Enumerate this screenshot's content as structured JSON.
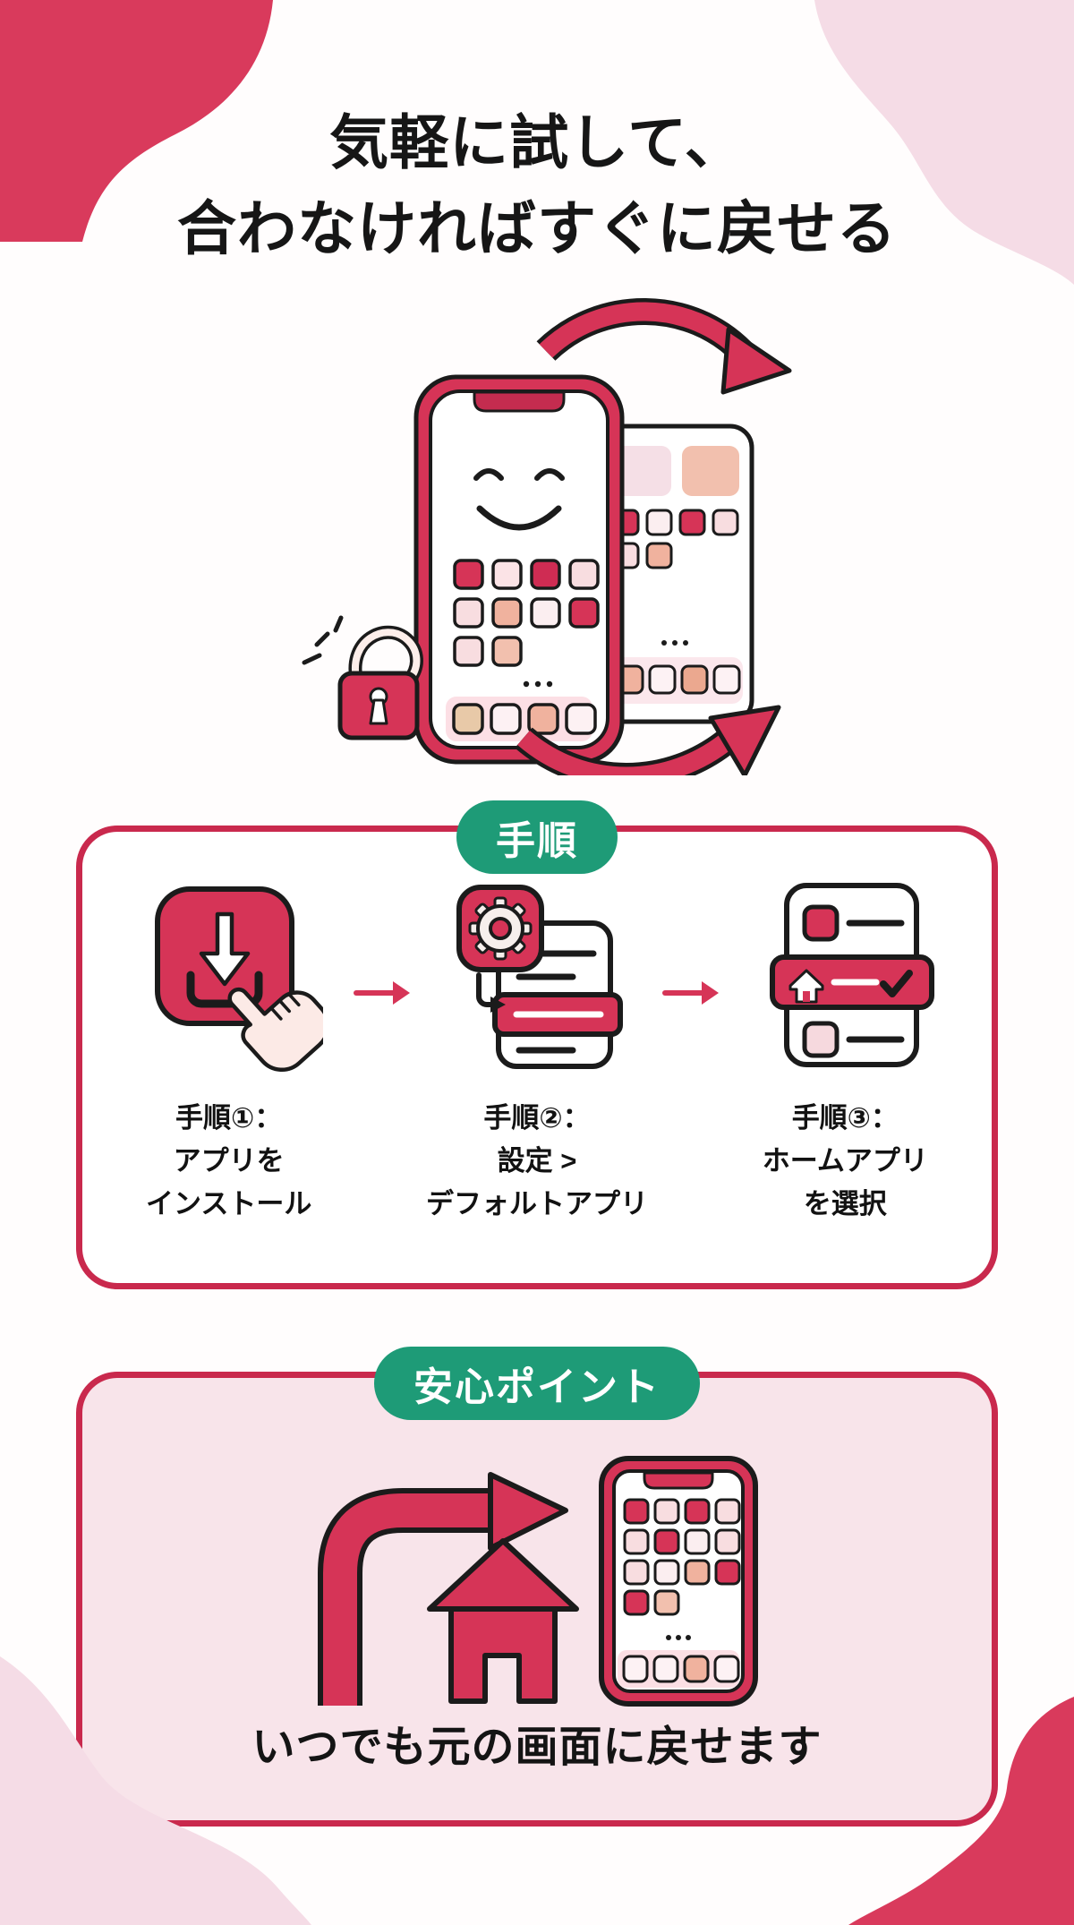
{
  "title": {
    "line1": "気軽に試して、",
    "line2": "合わなければすぐに戻せる"
  },
  "hero": {
    "icon": "phone-switch-cycle-illustration",
    "elements": [
      "smiley-phone",
      "home-screen-panel",
      "cycle-arrow-top",
      "cycle-arrow-bottom",
      "open-padlock-icon"
    ]
  },
  "steps": {
    "label": "手順",
    "separator_icon": "right-arrow-icon",
    "items": [
      {
        "icon": "app-install-tap-icon",
        "line1": "手順①：",
        "line2": "アプリを",
        "line3": "インストール"
      },
      {
        "icon": "settings-default-app-icon",
        "line1": "手順②：",
        "line2": "設定 >",
        "line3": "デフォルトアプリ"
      },
      {
        "icon": "home-app-select-icon",
        "line1": "手順③：",
        "line2": "ホームアプリ",
        "line3": "を選択"
      }
    ]
  },
  "safety": {
    "label": "安心ポイント",
    "icon": "revert-to-home-phone-icon",
    "caption": "いつでも元の画面に戻せます"
  },
  "colors": {
    "accent": "#d63457",
    "box_border": "#c9294d",
    "green": "#1e9b77",
    "panel_pink": "#f8e4ea",
    "blob_pink": "#f5dce6",
    "peach": "#f0b29e",
    "light_pink_tile": "#f8dde0",
    "ink": "#171717"
  }
}
